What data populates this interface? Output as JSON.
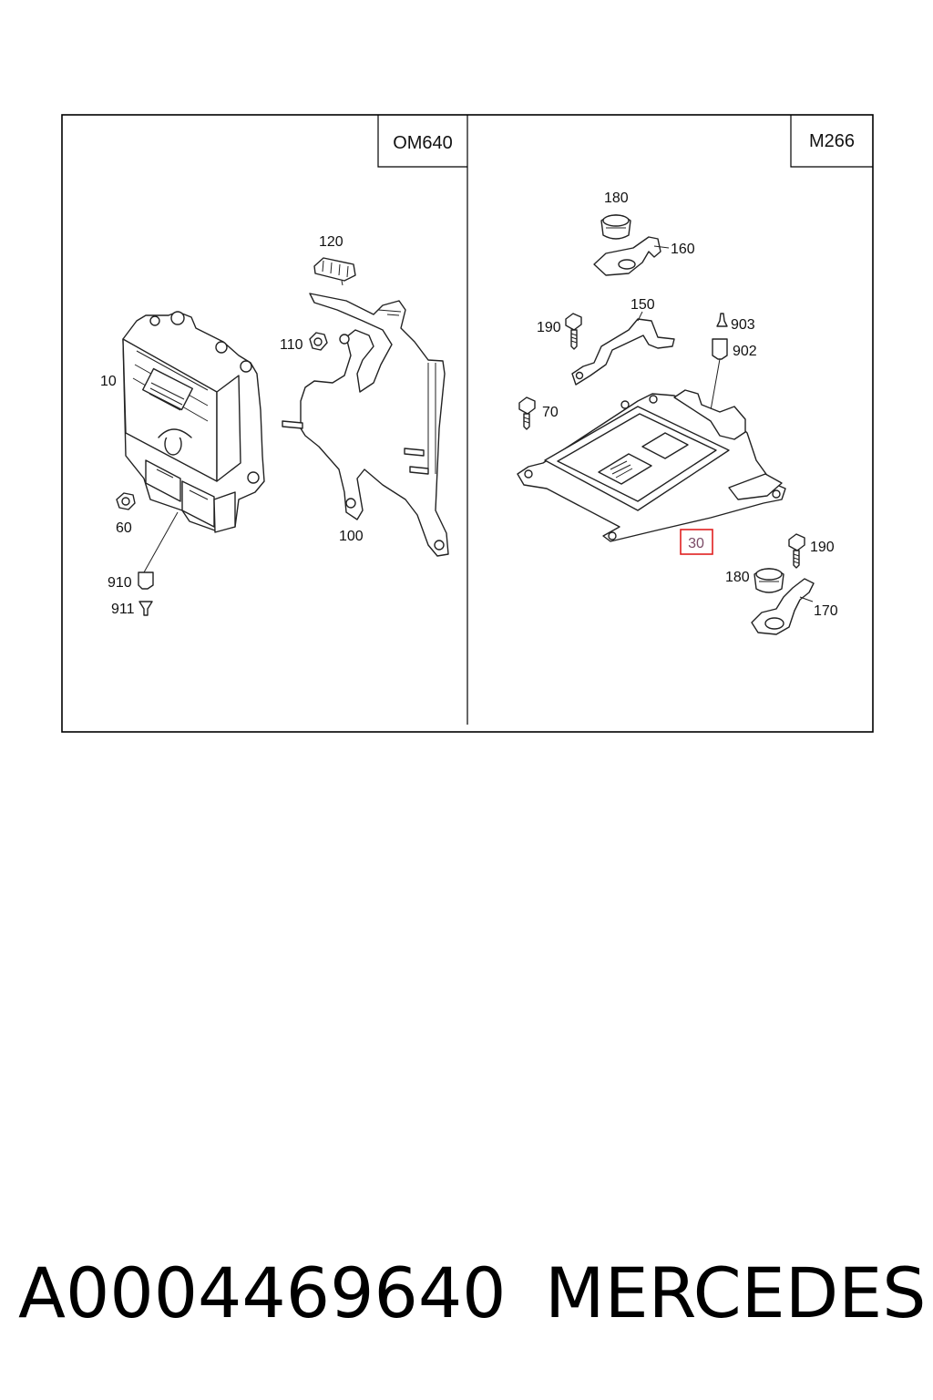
{
  "panels": {
    "left": {
      "engine_label": "OM640",
      "callouts": {
        "p10": "10",
        "p60": "60",
        "p100": "100",
        "p110": "110",
        "p120": "120",
        "p910": "910",
        "p911": "911"
      }
    },
    "right": {
      "engine_label": "M266",
      "callouts": {
        "p30": "30",
        "p70": "70",
        "p150": "150",
        "p160": "160",
        "p170": "170",
        "p180_top": "180",
        "p180_bottom": "180",
        "p190_top": "190",
        "p190_bottom": "190",
        "p902": "902",
        "p903": "903"
      },
      "highlighted_part": "30",
      "highlight_color": "#e02020"
    }
  },
  "footer": {
    "part_number": "A0004469640",
    "brand": "MERCEDES"
  }
}
